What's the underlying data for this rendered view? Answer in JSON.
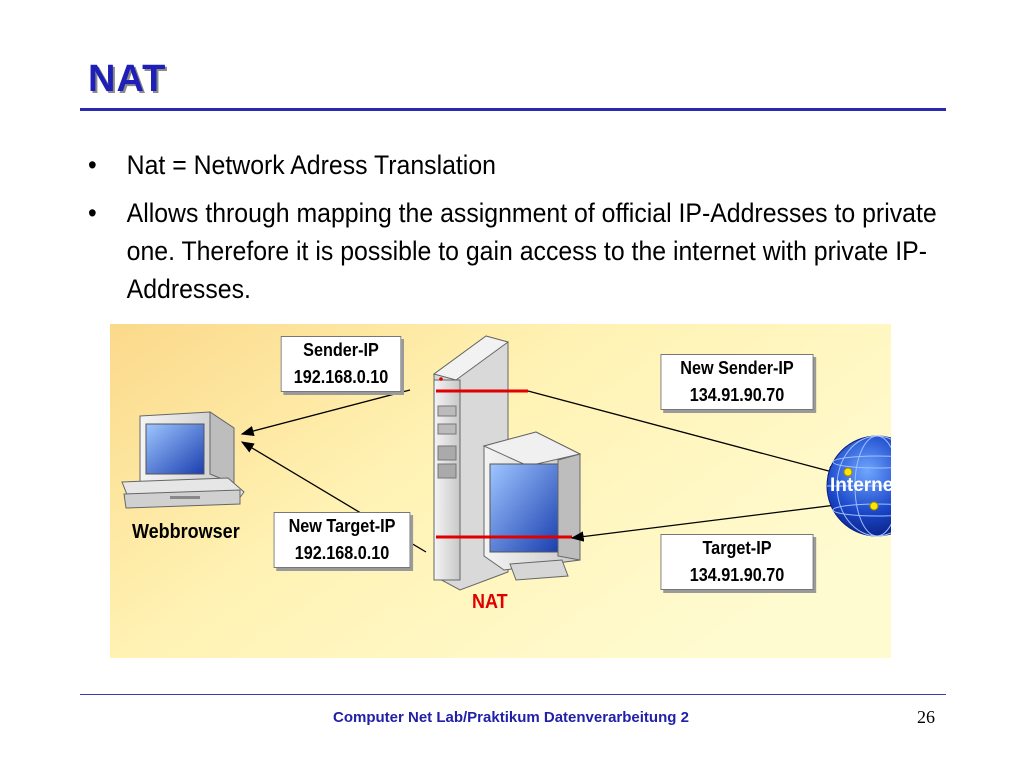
{
  "slide": {
    "title": "NAT",
    "bullets": [
      {
        "symbol": "•",
        "text": "Nat = Network Adress Translation"
      },
      {
        "symbol": "•",
        "text": "Allows through mapping the assignment of official IP-Addresses to private one. Therefore it is possible to gain access to the internet with private IP-Addresses."
      }
    ]
  },
  "diagram": {
    "webbrowser_label": "Webbrowser",
    "nat_label": "NAT",
    "internet_label": "Internet",
    "sender_box": {
      "line1": "Sender-IP",
      "line2": "192.168.0.10"
    },
    "new_target_box": {
      "line1": "New Target-IP",
      "line2": "192.168.0.10"
    },
    "new_sender_box": {
      "line1": "New Sender-IP",
      "line2": "134.91.90.70"
    },
    "target_box": {
      "line1": "Target-IP",
      "line2": "134.91.90.70"
    },
    "colors": {
      "title": "#1f1fb8",
      "nat_label": "#e00000",
      "arrow_red": "#e00000",
      "internet_text": "#ffffff",
      "background_gradient": [
        "#fbd98a",
        "#fffbc8"
      ]
    },
    "icons": [
      "computer-icon",
      "server-icon",
      "monitor-icon",
      "globe-icon"
    ]
  },
  "footer": {
    "text": "Computer Net Lab/Praktikum Datenverarbeitung 2",
    "page_number": "26"
  }
}
